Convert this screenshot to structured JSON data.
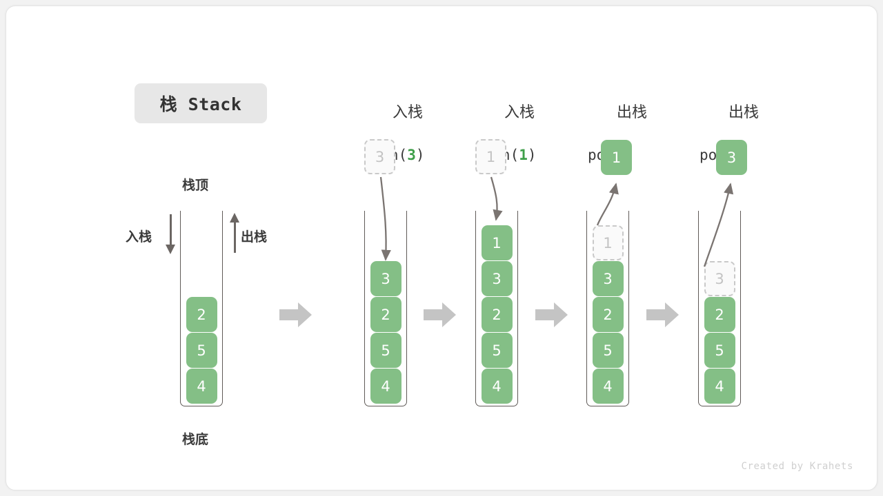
{
  "title": {
    "chip_label": "栈 Stack"
  },
  "legend": {
    "top_label": "栈顶",
    "bottom_label": "栈底",
    "push_label": "入栈",
    "pop_label": "出栈"
  },
  "colors": {
    "element_green": "#84bf86",
    "arg_green": "#3f9f4a",
    "ghost_border": "#c9c9c9",
    "ghost_text": "#c3c3c3",
    "wall": "#5f5a57",
    "block_arrow": "#c4c4c4",
    "curve_arrow": "#7a7471",
    "chip_bg": "#e7e7e7",
    "text": "#3a3a3a"
  },
  "initial_stack": {
    "name": "initial",
    "items": [
      "4",
      "5",
      "2"
    ]
  },
  "steps": [
    {
      "name": "push-3",
      "heading_cjk": "入栈",
      "heading_op_prefix": "push(",
      "heading_op_arg": "3",
      "heading_op_suffix": ")",
      "float_value": "3",
      "float_kind": "ghost",
      "items": [
        "4",
        "5",
        "2",
        "3"
      ],
      "ghost_index": -1
    },
    {
      "name": "push-1",
      "heading_cjk": "入栈",
      "heading_op_prefix": "push(",
      "heading_op_arg": "1",
      "heading_op_suffix": ")",
      "float_value": "1",
      "float_kind": "ghost",
      "items": [
        "4",
        "5",
        "2",
        "3",
        "1"
      ],
      "ghost_index": -1
    },
    {
      "name": "pop-1",
      "heading_cjk": "出栈",
      "heading_op_prefix": "pop(",
      "heading_op_arg": "",
      "heading_op_suffix": ")",
      "float_value": "1",
      "float_kind": "filled",
      "items": [
        "4",
        "5",
        "2",
        "3",
        "1"
      ],
      "ghost_index": 4
    },
    {
      "name": "pop-3",
      "heading_cjk": "出栈",
      "heading_op_prefix": "pop(",
      "heading_op_arg": "",
      "heading_op_suffix": ")",
      "float_value": "3",
      "float_kind": "filled",
      "items": [
        "4",
        "5",
        "2",
        "3"
      ],
      "ghost_index": 3
    }
  ],
  "credit": "Created by Krahets"
}
